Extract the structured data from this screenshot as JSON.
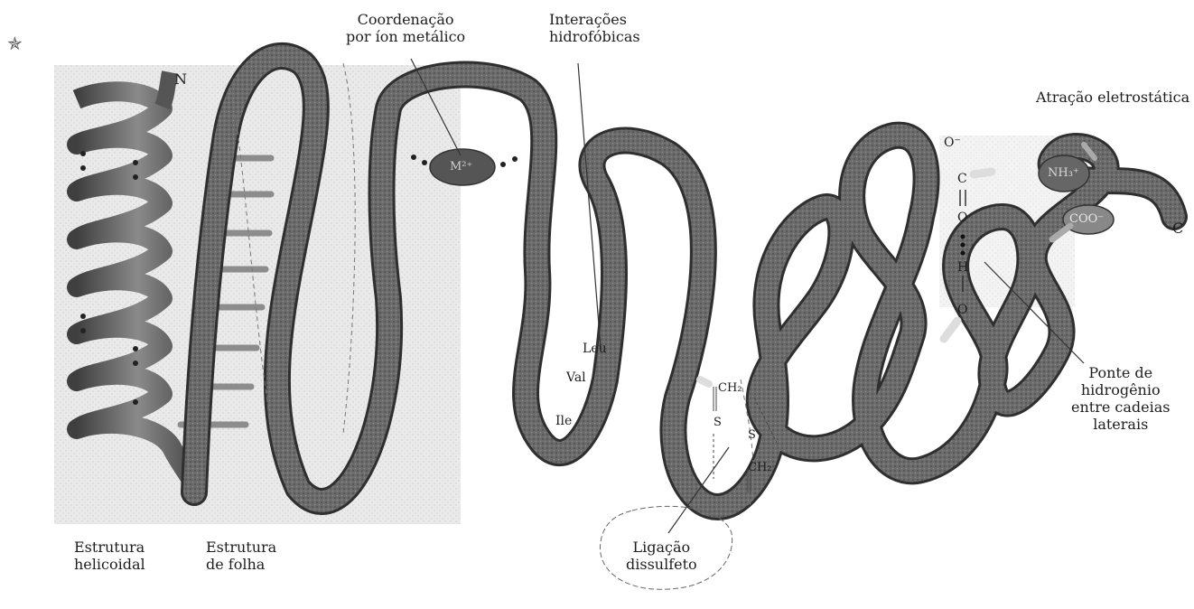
{
  "labels": {
    "n_terminus": "N",
    "c_terminus": "C",
    "metal_coordination": [
      "Coordenação",
      "por íon metálico"
    ],
    "hydrophobic": [
      "Interações",
      "hidrofóbicas"
    ],
    "electrostatic": "Atração eletrostática",
    "hbond": [
      "Ponte de",
      "hidrogênio",
      "entre cadeias",
      "laterais"
    ],
    "disulfide": [
      "Ligação",
      "dissulfeto"
    ],
    "helix": [
      "Estrutura",
      "helicoidal"
    ],
    "sheet": [
      "Estrutura",
      "de folha"
    ],
    "leu": "Leu",
    "val": "Val",
    "ile": "Ile",
    "metal_ion": "M²⁺",
    "nh3": "NH₃⁺",
    "coo": "COO⁻",
    "o_minus": "O⁻",
    "carbon": "C",
    "oxygen": "O",
    "hydrogen": "H",
    "oxygen2": "O",
    "ch2_a": "CH₂",
    "ch2_b": "CH₂",
    "s_a": "S",
    "s_b": "S"
  },
  "colors": {
    "ribbon": "#5d5d5d",
    "ribbon_edge": "#2e2e2e",
    "background_panel": "#e3e3e3",
    "rung": "#bdbdbd"
  }
}
